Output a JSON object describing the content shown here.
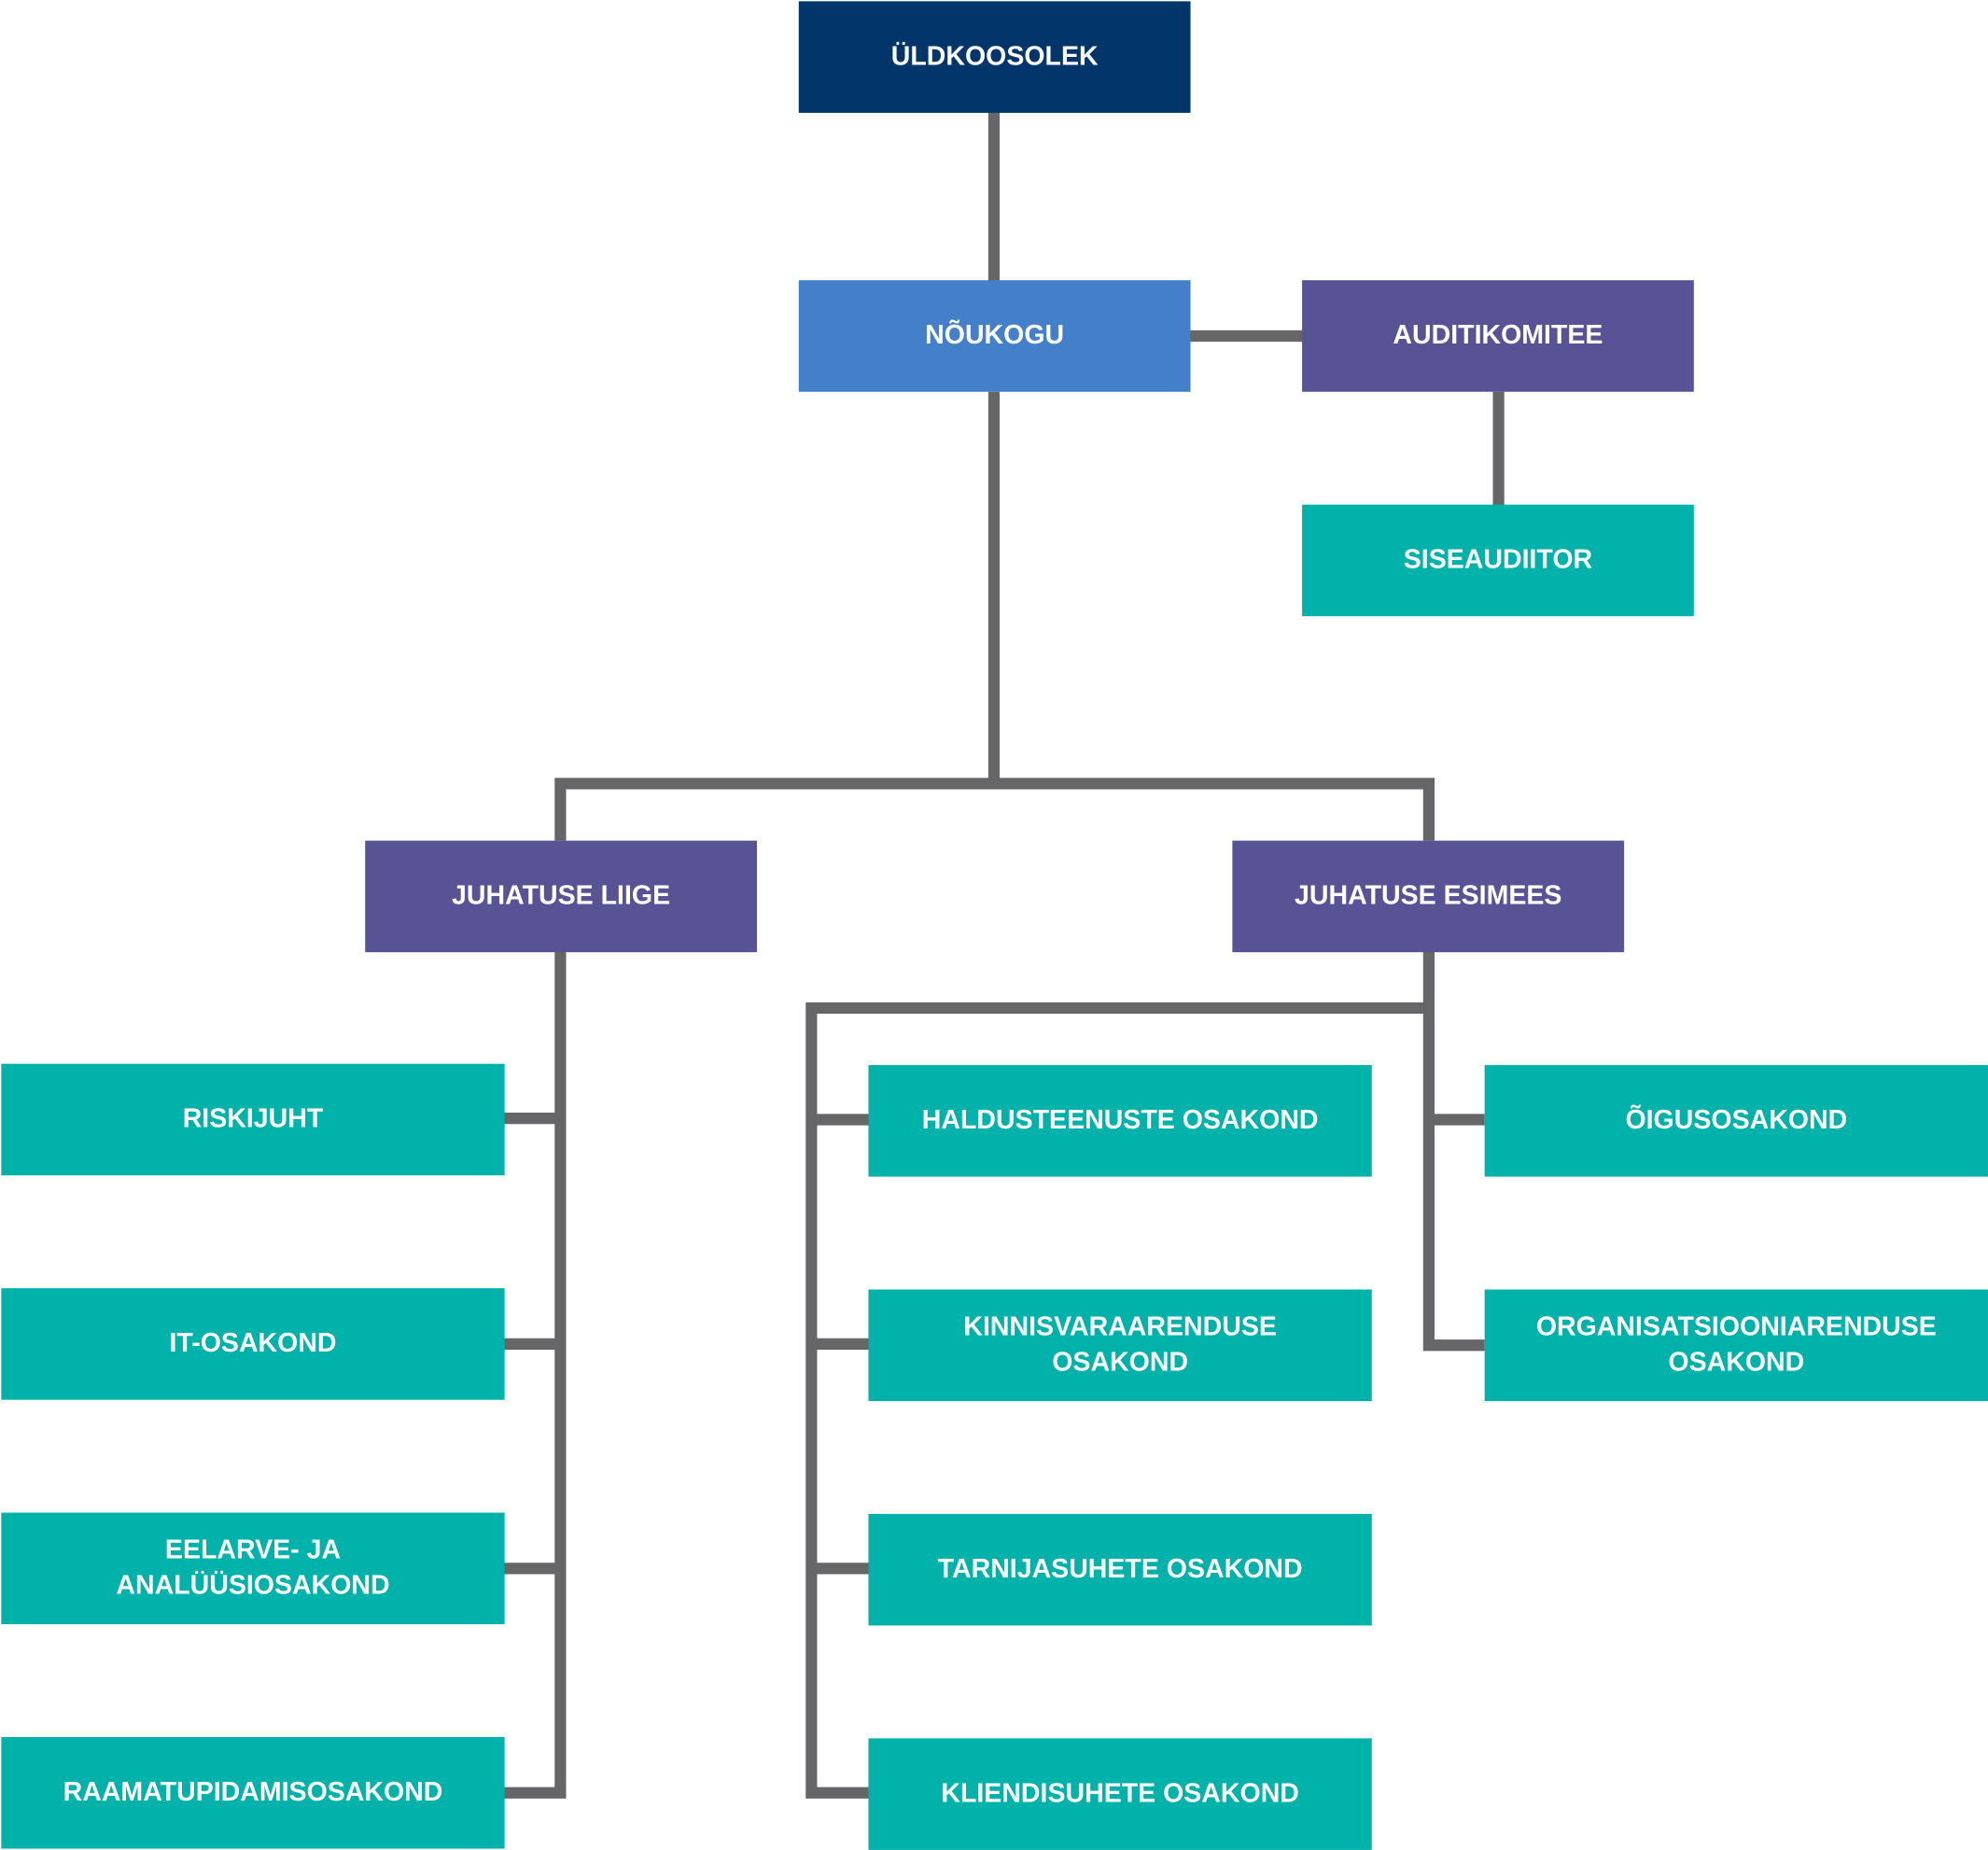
{
  "colors": {
    "navy": "#02366b",
    "blue": "#4380c9",
    "purple": "#585395",
    "teal": "#00b2a9",
    "connector": "#666669"
  },
  "nodes": {
    "uldkoosolek": "ÜLDKOOSOLEK",
    "noukogu": "NÕUKOGU",
    "auditikomitee": "AUDITIKOMITEE",
    "siseauditor": "SISEAUDIITOR",
    "juhatuse_liige": "JUHATUSE LIIGE",
    "juhatuse_esimees": "JUHATUSE ESIMEES",
    "riskijuht": "RISKIJUHT",
    "it_osakond": "IT-OSAKOND",
    "eelarve_line1": "EELARVE- JA",
    "eelarve_line2": "ANALÜÜSIOSAKOND",
    "raamatupidamisosakond": "RAAMATUPIDAMISOSAKOND",
    "haldusteenuste": "HALDUSTEENUSTE OSAKOND",
    "kinnisvara_line1": "KINNISVARAARENDUSE",
    "kinnisvara_line2": "OSAKOND",
    "tarnijasuhete": "TARNIJASUHETE OSAKOND",
    "kliendisuhete": "KLIENDISUHETE OSAKOND",
    "oigusosakond": "ÕIGUSOSAKOND",
    "organisatsiooni_line1": "ORGANISATSIOONIARENDUSE",
    "organisatsiooni_line2": "OSAKOND"
  }
}
